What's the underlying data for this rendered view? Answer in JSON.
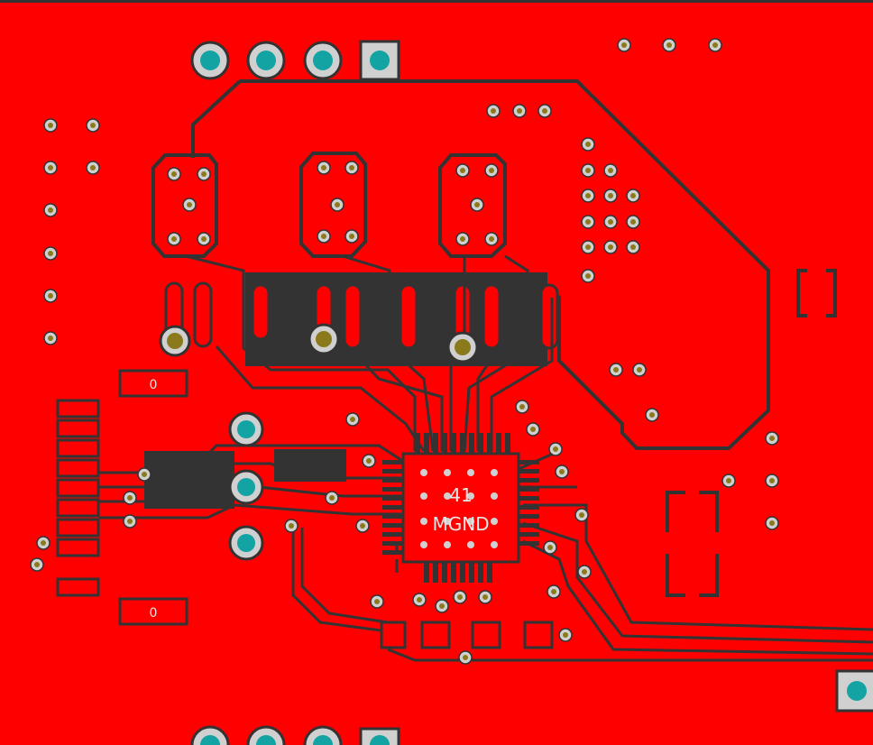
{
  "colors": {
    "copper": "#ff0000",
    "clearance": "#333333",
    "pad_ring": "#d0d0d0",
    "via_hole": "#8a7a1c",
    "th_hole": "#13a3a3",
    "silk_text": "#e6e6e6"
  },
  "labels": {
    "ic_pin": "41",
    "ic_net": "MGND",
    "resistor_top": "0",
    "resistor_bottom": "0"
  },
  "icons": {
    "via": "via-icon",
    "through_hole_pad": "through-hole-pad-icon",
    "square_pad": "square-pad-icon"
  }
}
